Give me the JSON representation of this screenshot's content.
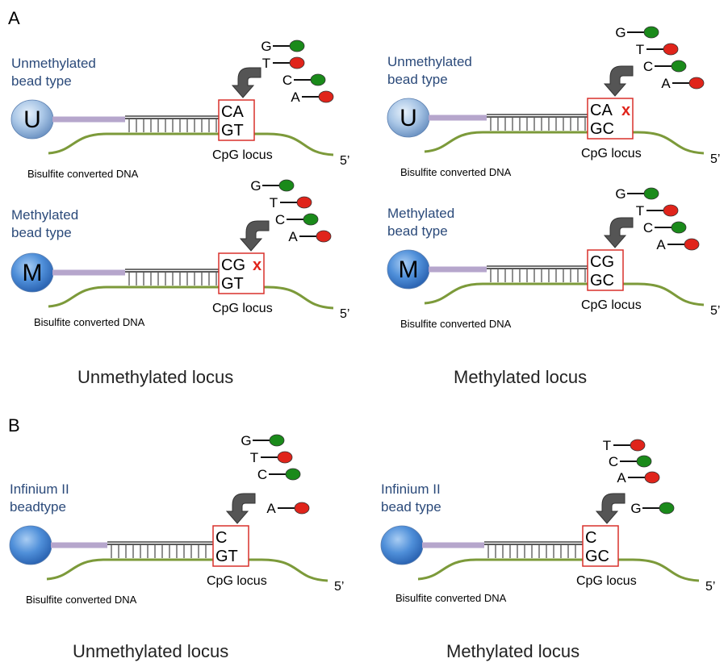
{
  "sections": {
    "a": "A",
    "b": "B"
  },
  "colors": {
    "green_dye": "#1a8a1a",
    "red_dye": "#e0241b",
    "dna": "#7c9a3a",
    "linker": "#b6a6cc",
    "box": "#d9302b"
  },
  "panels": [
    {
      "id": "a-unmeth-top",
      "bead_label": [
        "Unmethylated",
        "bead type"
      ],
      "bead_letter": "U",
      "box_top": "CA",
      "box_bottom": "GT",
      "mismatch": "",
      "probes": [
        {
          "n": "G",
          "c": "green"
        },
        {
          "n": "T",
          "c": "red"
        },
        {
          "n": "C",
          "c": "green"
        },
        {
          "n": "A",
          "c": "red"
        }
      ],
      "locus_label": "CpG locus",
      "strand_end": "5’",
      "dna_label": "Bisulfite converted DNA"
    },
    {
      "id": "a-unmeth-bottom",
      "bead_label": [
        "Methylated",
        "bead type"
      ],
      "bead_letter": "M",
      "box_top": "CG",
      "box_bottom": "GT",
      "mismatch": "x",
      "probes": [
        {
          "n": "G",
          "c": "green"
        },
        {
          "n": "T",
          "c": "red"
        },
        {
          "n": "C",
          "c": "green"
        },
        {
          "n": "A",
          "c": "red"
        }
      ],
      "locus_label": "CpG locus",
      "strand_end": "5’",
      "dna_label": "Bisulfite converted DNA"
    },
    {
      "id": "a-meth-top",
      "bead_label": [
        "Unmethylated",
        "bead type"
      ],
      "bead_letter": "U",
      "box_top": "CA",
      "box_bottom": "GC",
      "mismatch": "x",
      "probes": [
        {
          "n": "G",
          "c": "green"
        },
        {
          "n": "T",
          "c": "red"
        },
        {
          "n": "C",
          "c": "green"
        },
        {
          "n": "A",
          "c": "red"
        }
      ],
      "locus_label": "CpG locus",
      "strand_end": "5’",
      "dna_label": "Bisulfite converted DNA"
    },
    {
      "id": "a-meth-bottom",
      "bead_label": [
        "Methylated",
        "bead type"
      ],
      "bead_letter": "M",
      "box_top": "CG",
      "box_bottom": "GC",
      "mismatch": "",
      "probes": [
        {
          "n": "G",
          "c": "green"
        },
        {
          "n": "T",
          "c": "red"
        },
        {
          "n": "C",
          "c": "green"
        },
        {
          "n": "A",
          "c": "red"
        }
      ],
      "locus_label": "CpG locus",
      "strand_end": "5’",
      "dna_label": "Bisulfite converted DNA"
    },
    {
      "id": "b-unmeth",
      "bead_label": [
        "Infinium II",
        "beadtype"
      ],
      "bead_letter": "",
      "box_top": "C",
      "box_bottom": "GT",
      "mismatch": "",
      "probes": [
        {
          "n": "G",
          "c": "green"
        },
        {
          "n": "T",
          "c": "red"
        },
        {
          "n": "C",
          "c": "green"
        }
      ],
      "incoming": {
        "n": "A",
        "c": "red"
      },
      "locus_label": "CpG locus",
      "strand_end": "5’",
      "dna_label": "Bisulfite converted DNA"
    },
    {
      "id": "b-meth",
      "bead_label": [
        "Infinium II",
        "bead type"
      ],
      "bead_letter": "",
      "box_top": "C",
      "box_bottom": "GC",
      "mismatch": "",
      "probes": [
        {
          "n": "T",
          "c": "red"
        },
        {
          "n": "C",
          "c": "green"
        },
        {
          "n": "A",
          "c": "red"
        }
      ],
      "incoming": {
        "n": "G",
        "c": "green"
      },
      "locus_label": "CpG locus",
      "strand_end": "5’",
      "dna_label": "Bisulfite converted DNA"
    }
  ],
  "captions": {
    "a_left": "Unmethylated locus",
    "a_right": "Methylated locus",
    "b_left": "Unmethylated locus",
    "b_right": "Methylated locus"
  }
}
